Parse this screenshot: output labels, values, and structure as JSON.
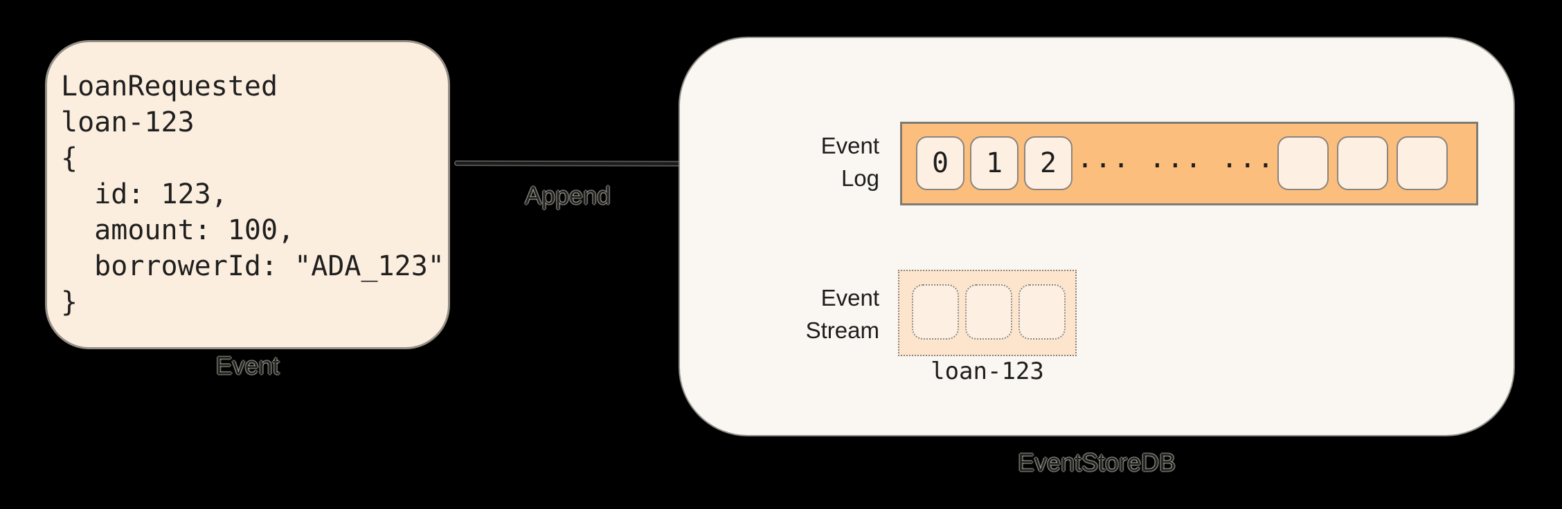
{
  "diagram": {
    "event_card": {
      "code": "LoanRequested\nloan-123\n{\n  id: 123,\n  amount: 100,\n  borrowerId: \"ADA_123\"\n}",
      "caption": "Event"
    },
    "append_label": "Append",
    "event_store": {
      "caption": "EventStoreDB",
      "event_log": {
        "label": "Event\nLog",
        "cells": [
          "0",
          "1",
          "2"
        ],
        "ellipsis": "... ... ...",
        "empty_cell_count": 3
      },
      "event_stream": {
        "label": "Event\nStream",
        "empty_cell_count": 3,
        "stream_id": "loan-123"
      }
    },
    "colors": {
      "canvas_background": "#000000",
      "event_card_fill": "#fceede",
      "event_store_fill": "#faf6f1",
      "event_log_bar_fill": "#fcbe7d",
      "event_stream_fill": "#fce4cd",
      "cell_fill": "#fdf0e3",
      "border_gray": "#8a857e",
      "ink": "#1d1d1d"
    }
  }
}
